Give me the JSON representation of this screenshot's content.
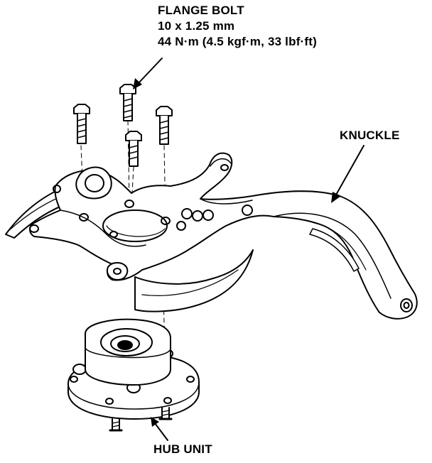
{
  "labels": {
    "flange_bolt": {
      "name": "FLANGE BOLT",
      "size": "10 x 1.25 mm",
      "torque": "44 N·m (4.5 kgf·m, 33 lbf·ft)"
    },
    "knuckle": "KNUCKLE",
    "hub_unit": "HUB UNIT"
  },
  "colors": {
    "ink": "#000000",
    "paper": "#ffffff"
  }
}
